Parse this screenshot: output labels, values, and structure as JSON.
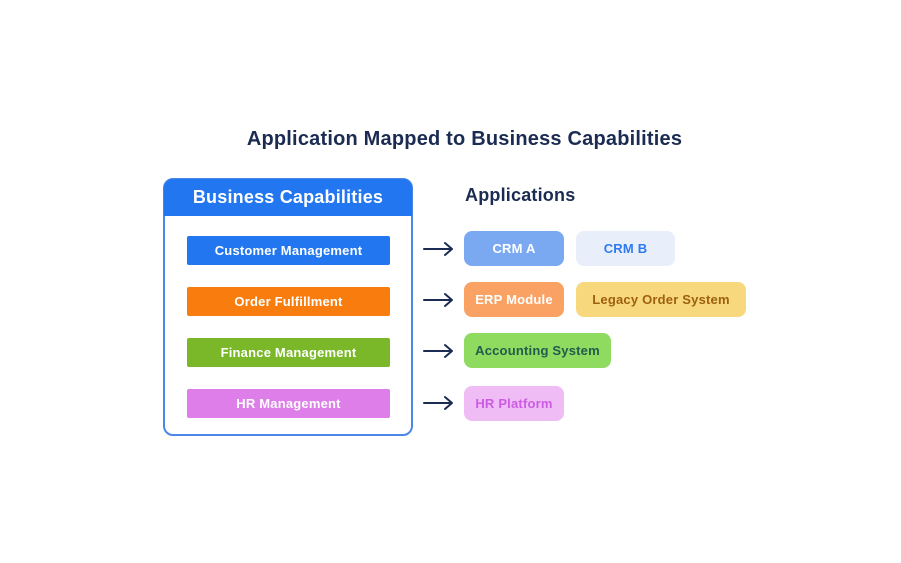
{
  "title": "Application Mapped to Business Capabilities",
  "text_color": "#1b2b52",
  "arrow_color": "#1b2b52",
  "capabilities_panel": {
    "header": "Business Capabilities",
    "header_bg": "#2277f0",
    "header_text_color": "#ffffff",
    "border_color": "#4a87e8",
    "items": [
      {
        "label": "Customer Management",
        "bg": "#2277f0",
        "text_color": "#ffffff"
      },
      {
        "label": "Order Fulfillment",
        "bg": "#f87d0e",
        "text_color": "#ffffff"
      },
      {
        "label": "Finance Management",
        "bg": "#7ab82a",
        "text_color": "#ffffff"
      },
      {
        "label": "HR Management",
        "bg": "#de7ee9",
        "text_color": "#ffffff"
      }
    ]
  },
  "applications": {
    "header": "Applications",
    "rows": [
      {
        "maps_from": "Customer Management",
        "apps": [
          {
            "label": "CRM A",
            "bg": "#7aa9f2",
            "text_color": "#ffffff"
          },
          {
            "label": "CRM B",
            "bg": "#e9eefb",
            "text_color": "#2e7bf0"
          }
        ]
      },
      {
        "maps_from": "Order Fulfillment",
        "apps": [
          {
            "label": "ERP Module",
            "bg": "#f9a263",
            "text_color": "#ffffff"
          },
          {
            "label": "Legacy Order System",
            "bg": "#f8d87d",
            "text_color": "#9d6010"
          }
        ]
      },
      {
        "maps_from": "Finance Management",
        "apps": [
          {
            "label": "Accounting System",
            "bg": "#8edb5f",
            "text_color": "#215c4c"
          }
        ]
      },
      {
        "maps_from": "HR Management",
        "apps": [
          {
            "label": "HR Platform",
            "bg": "#f0bcf5",
            "text_color": "#cb5ce3"
          }
        ]
      }
    ]
  }
}
